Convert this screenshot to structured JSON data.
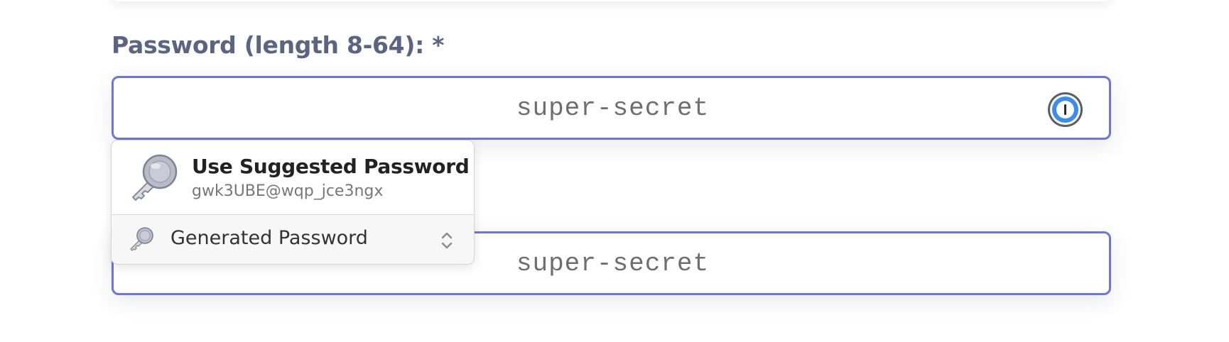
{
  "form": {
    "password_label": "Password (length 8-64): *",
    "password_value": "super-secret",
    "confirm_value": "super-secret",
    "manager_button_icon": "password-manager-icon"
  },
  "popover": {
    "suggest_title": "Use Suggested Password",
    "suggest_password": "gwk3UBE@wqp_jce3ngx",
    "suggest_icon": "key-icon",
    "generator_label": "Generated Password",
    "generator_icon": "key-icon",
    "generator_chevron_icon": "chevron-updown-icon"
  },
  "colors": {
    "accent_border": "#6d74dc",
    "label_text": "#5a6583",
    "manager_blue": "#3b8cf2"
  }
}
